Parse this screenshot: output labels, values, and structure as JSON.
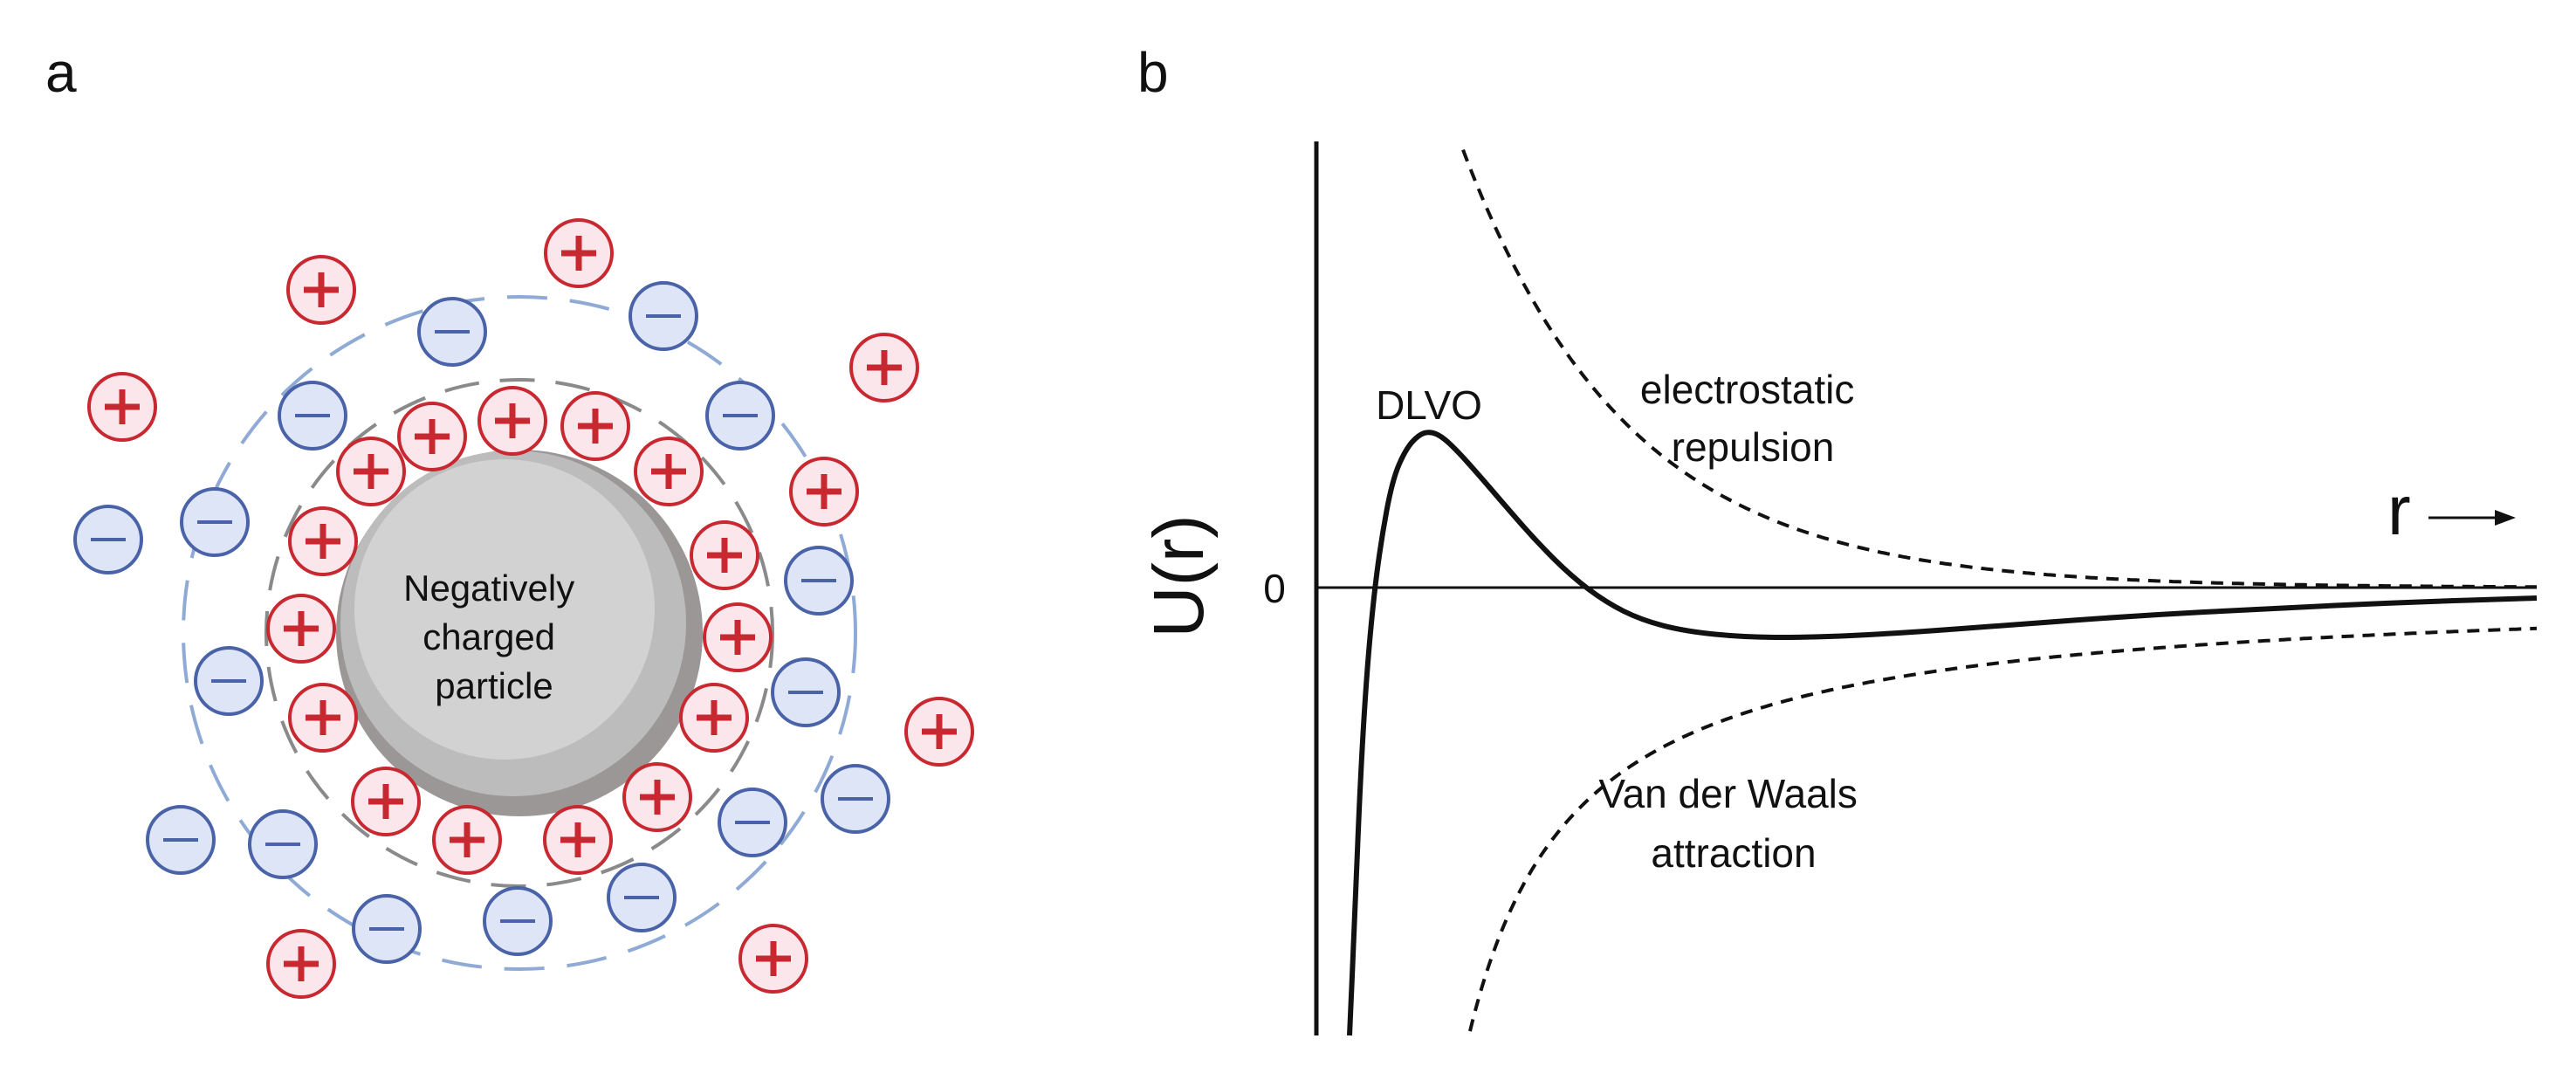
{
  "panel_a": {
    "label": "a",
    "particle_label_lines": [
      "Negatively",
      "charged",
      "particle"
    ],
    "ion_symbols": {
      "positive": "+",
      "negative": "−"
    },
    "colors": {
      "positive_stroke": "#c8282f",
      "positive_fill": "#fbe6ec",
      "negative_stroke": "#4a62a8",
      "negative_fill": "#dde5f6",
      "particle_outer": "#9b9797",
      "particle_inner": "#cfcfcf",
      "stern_layer_dash": "#8a8a8a",
      "diffuse_layer_dash": "#90aad6"
    }
  },
  "panel_b": {
    "label": "b",
    "y_axis_label": "U(r)",
    "x_axis_label": "r",
    "zero_tick_label": "0",
    "curves": {
      "dlvo": "DLVO",
      "repulsion_lines": [
        "electrostatic",
        "repulsion"
      ],
      "attraction_lines": [
        "Van der Waals",
        "attraction"
      ]
    },
    "colors": {
      "total_curve": "#111111",
      "component_curves": "#111111",
      "axes": "#111111"
    }
  }
}
